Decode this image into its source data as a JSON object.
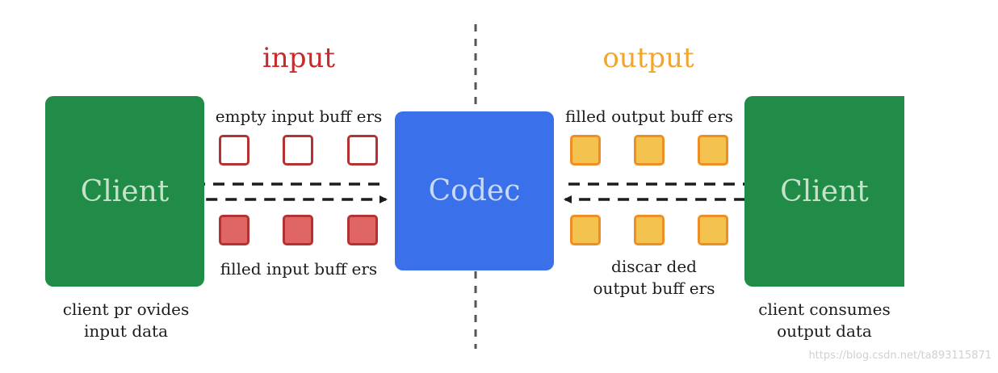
{
  "headings": {
    "input": "input",
    "output": "output"
  },
  "blocks": {
    "client_left": "Client",
    "codec": "Codec",
    "client_right": "Client"
  },
  "labels": {
    "empty_input_buffers": "empty input buff ers",
    "filled_input_buffers": "filled input buff ers",
    "filled_output_buffers": "filled output buff ers",
    "discarded_output_buffers": "discar ded\noutput buff ers",
    "client_provides": "client pr ovides\ninput data",
    "client_consumes": "client consumes\noutput data"
  },
  "watermark": "https://blog.csdn.net/ta893115871",
  "colors": {
    "client": "#208c48",
    "codec": "#3a71ea",
    "input_accent": "#c62b2b",
    "output_accent": "#f2a52c",
    "empty_buffer_border": "#b53232",
    "filled_input_buffer": "#e06565",
    "output_buffer_fill": "#f4c24f",
    "output_buffer_border": "#ee8f25"
  }
}
